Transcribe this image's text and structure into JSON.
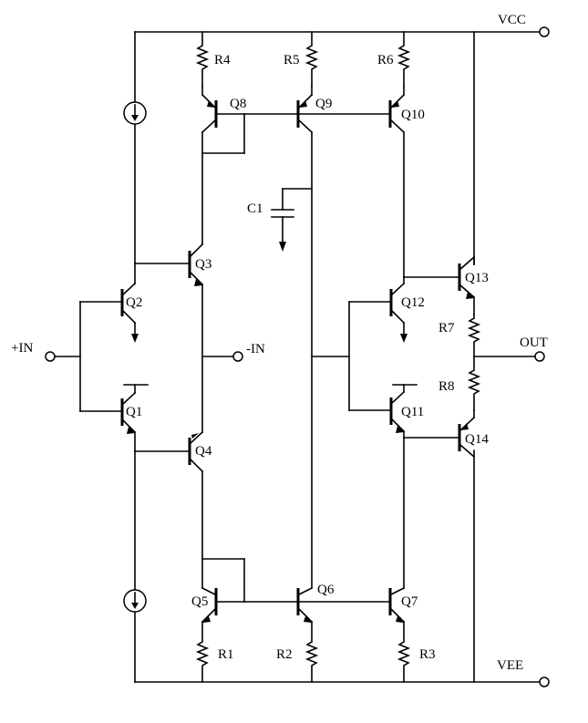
{
  "rails": {
    "vcc": "VCC",
    "vee": "VEE"
  },
  "terminals": {
    "in_plus": "+IN",
    "in_minus": "-IN",
    "out": "OUT"
  },
  "transistors": {
    "q1": "Q1",
    "q2": "Q2",
    "q3": "Q3",
    "q4": "Q4",
    "q5": "Q5",
    "q6": "Q6",
    "q7": "Q7",
    "q8": "Q8",
    "q9": "Q9",
    "q10": "Q10",
    "q11": "Q11",
    "q12": "Q12",
    "q13": "Q13",
    "q14": "Q14"
  },
  "resistors": {
    "r1": "R1",
    "r2": "R2",
    "r3": "R3",
    "r4": "R4",
    "r5": "R5",
    "r6": "R6",
    "r7": "R7",
    "r8": "R8"
  },
  "capacitors": {
    "c1": "C1"
  }
}
